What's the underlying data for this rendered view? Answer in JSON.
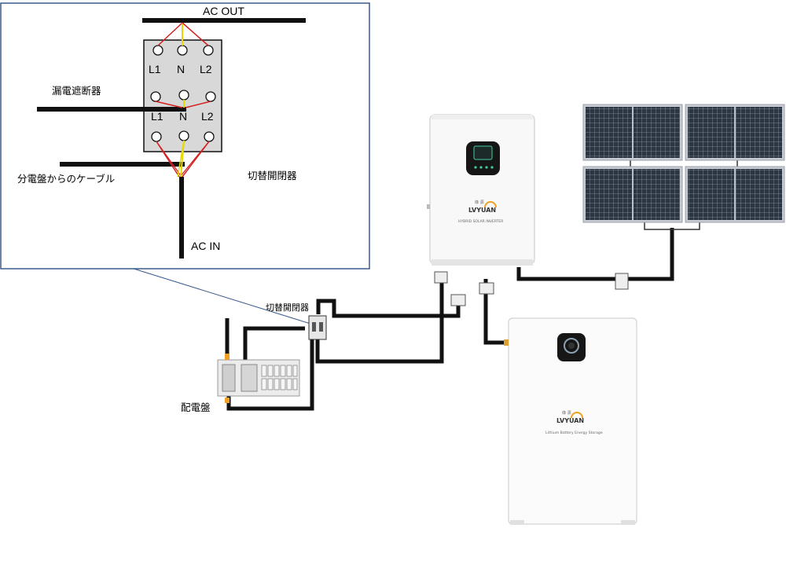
{
  "inset": {
    "ac_out": "AC OUT",
    "ac_in": "AC IN",
    "breaker": "漏電遮断器",
    "panel_cable": "分電盤からのケーブル",
    "switch": "切替開閉器",
    "terminals_top": [
      "L1",
      "N",
      "L2"
    ],
    "terminals_mid": [
      "L1",
      "N",
      "L2"
    ]
  },
  "main": {
    "switch_label": "切替開閉器",
    "panel_label": "配電盤"
  },
  "inverter": {
    "brand": "LVYUAN",
    "brand_sub": "綠 源",
    "subtitle": "HYBRID SOLAR INVERTER"
  },
  "battery": {
    "brand": "LVYUAN",
    "brand_sub": "綠 源",
    "subtitle": "Lithium Battery Energy Storage"
  },
  "colors": {
    "wire": "#111111",
    "red_wire": "#d42020",
    "yellow_wire": "#e6d800",
    "inset_border": "#3a5a8c",
    "brand_orange": "#f0a020"
  }
}
